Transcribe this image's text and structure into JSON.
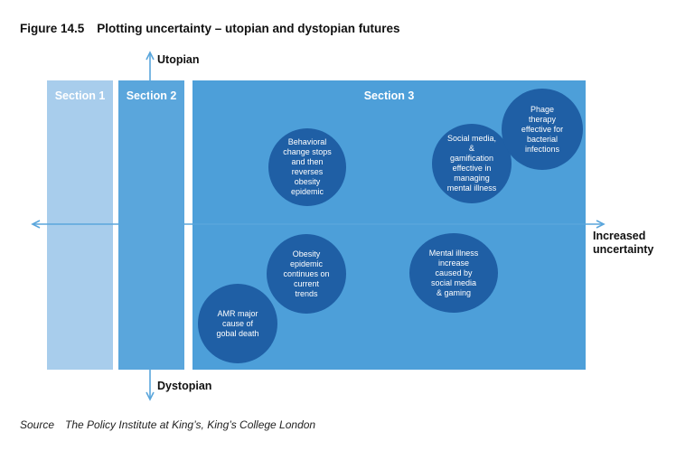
{
  "figure": {
    "number": "Figure 14.5",
    "title": "Plotting uncertainty – utopian and dystopian futures"
  },
  "sections": {
    "s1": "Section 1",
    "s2": "Section 2",
    "s3": "Section 3"
  },
  "axes": {
    "top": "Utopian",
    "bottom": "Dystopian",
    "right_line1": "Increased",
    "right_line2": "uncertainty"
  },
  "bubbles": {
    "behavioral": "Behavioral\nchange stops\nand then\nreverses\nobesity\nepidemic",
    "social": "Social media,\n&\ngamification\neffective in\nmanaging\nmental illness",
    "phage": "Phage\ntherapy\neffective for\nbacterial\ninfections",
    "obesity": "Obesity\nepidemic\ncontinues on\ncurrent\ntrends",
    "mental": "Mental illness\nincrease\ncaused by\nsocial media\n& gaming",
    "amr": "AMR major\ncause of\ngobal death"
  },
  "source": {
    "key": "Source",
    "text": "The Policy Institute at King’s, King’s College London"
  },
  "colors": {
    "section1": "#a8cdec",
    "section2": "#5aa6dc",
    "section3": "#4d9fd9",
    "bubble": "#1f5fa5",
    "axis": "#5aa6dc"
  }
}
